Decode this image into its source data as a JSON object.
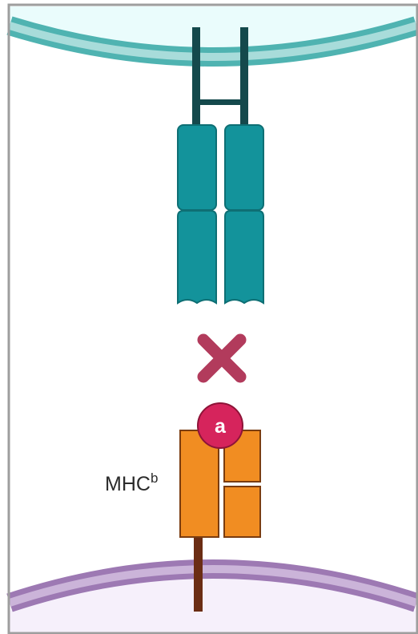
{
  "peptide": {
    "label": "a"
  },
  "mhc": {
    "label": "MHC",
    "superscript": "b"
  },
  "colors": {
    "frame": "#9e9e9e",
    "top_cell_membrane": "#4fb3b1",
    "top_cell_fill": "#eafcfc",
    "tcr_chain": "#13939b",
    "tcr_stalk": "#14494c",
    "mismatch_x": "#b23b5c",
    "peptide": "#d6245c",
    "mhc_molecule": "#f18d22",
    "mhc_stalk": "#6b2d14",
    "bottom_cell_membrane": "#9d79b3",
    "bottom_cell_fill": "#f6f0fb"
  },
  "icons": {
    "mismatch": "x-mark-icon"
  }
}
